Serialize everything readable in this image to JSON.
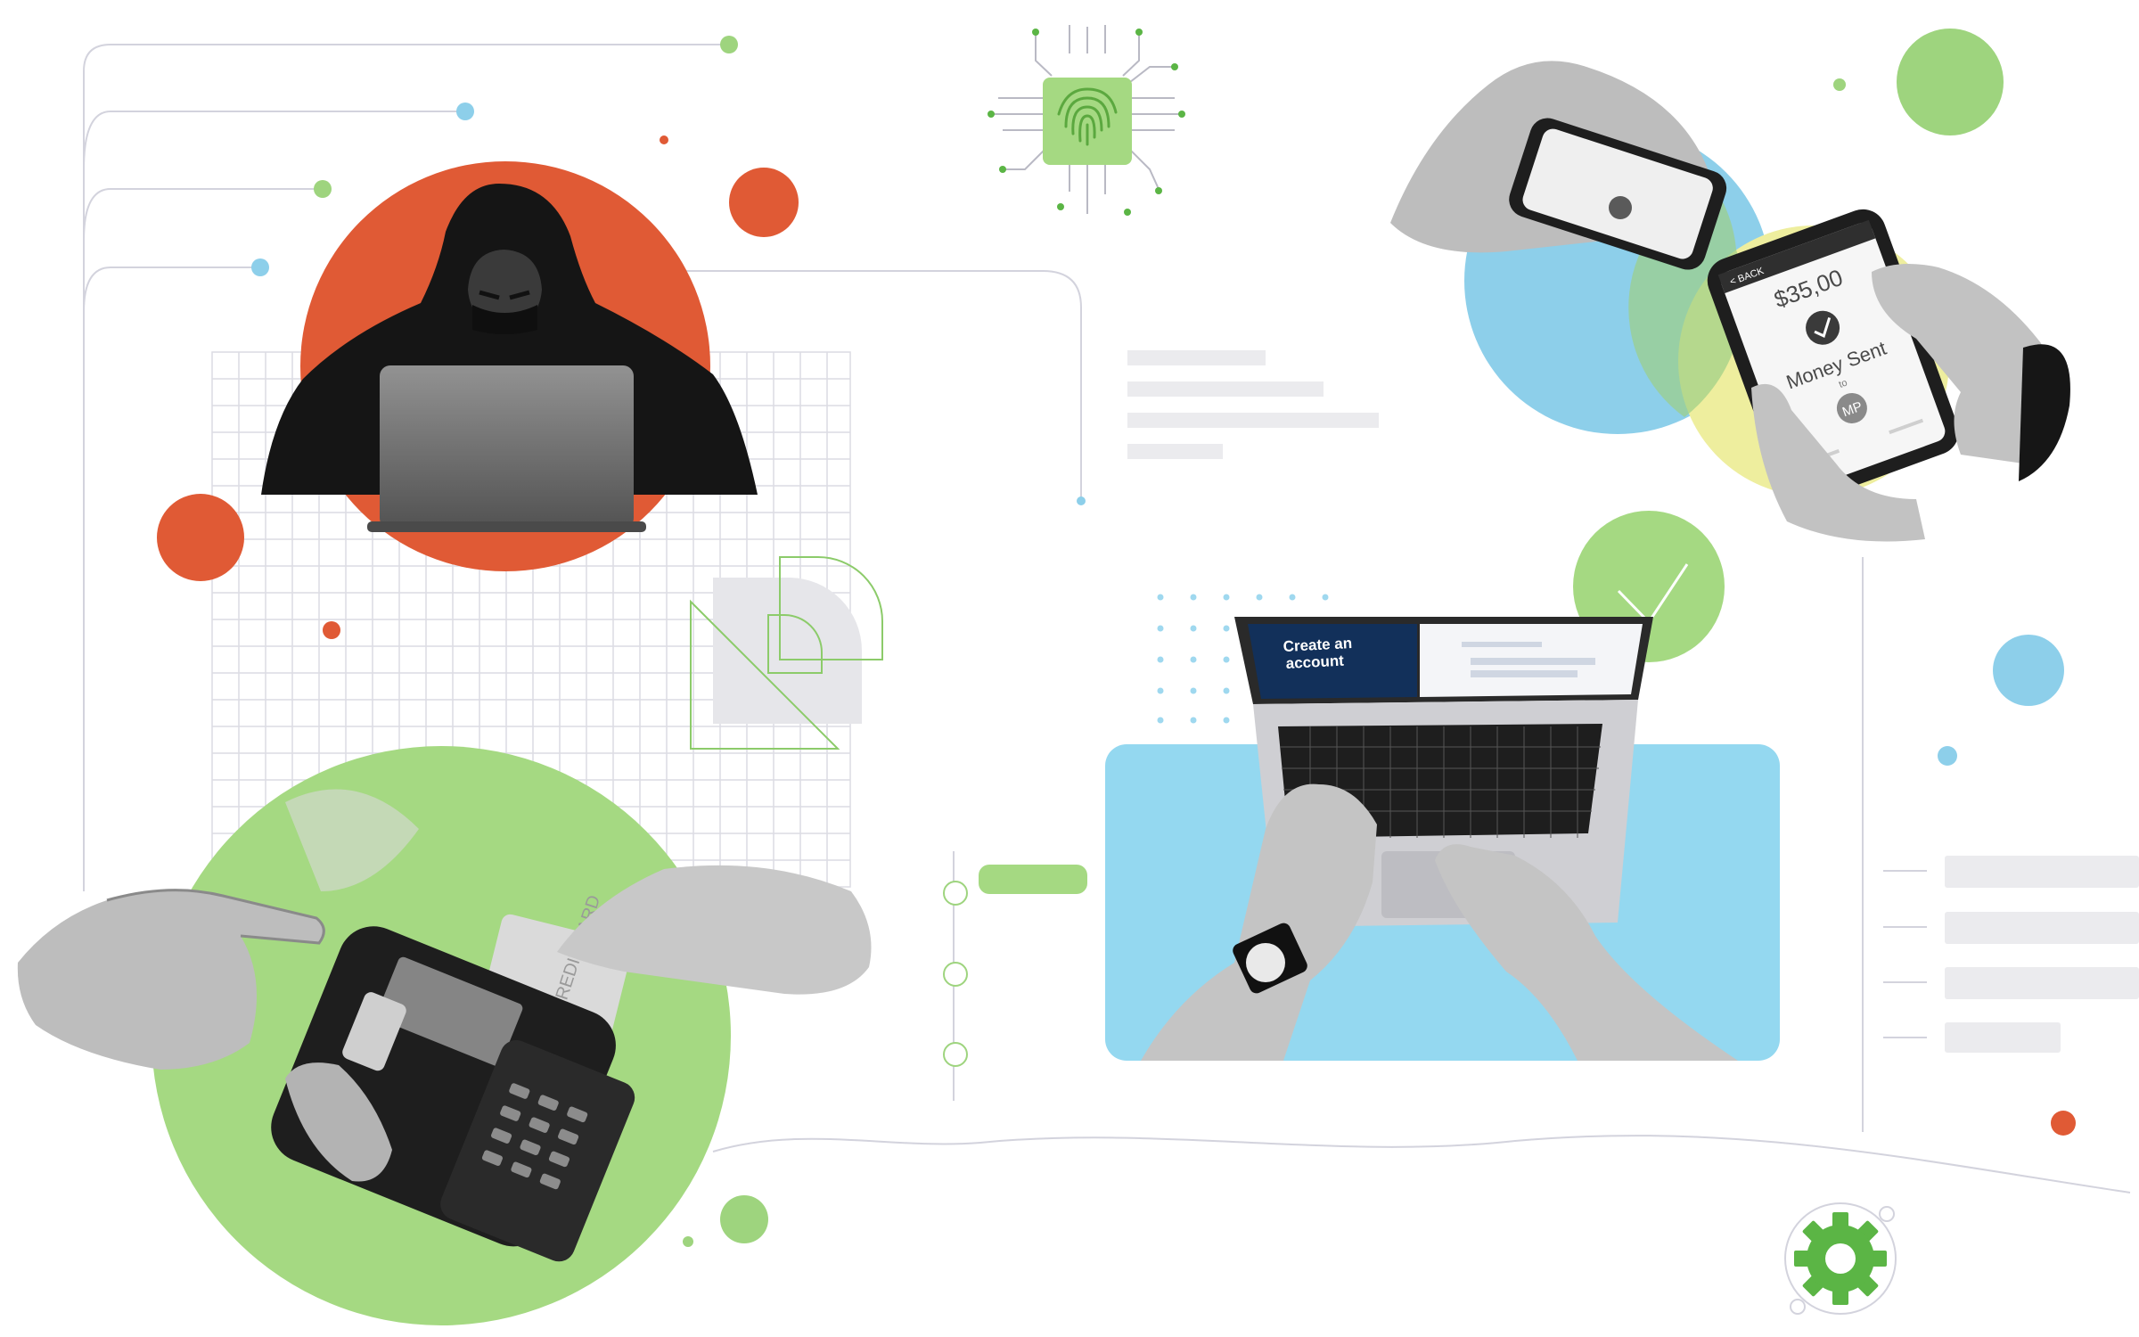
{
  "palette": {
    "orange": "#E05A35",
    "green": "#9ED47E",
    "light_green": "#A5D982",
    "blue": "#8DCFEA",
    "sky": "#94D8F0",
    "yellow": "#EEEE9E",
    "line": "#D3D3DD",
    "placeholder": "#EBEBEE",
    "dark": "#1B1B1B"
  },
  "icons": [
    "fingerprint-chip-icon",
    "gear-icon",
    "checkmark-icon",
    "geometry-shapes-icon"
  ],
  "laptop_screen": {
    "title_line1": "Create an",
    "title_line2": "account"
  },
  "phone": {
    "back_label": "< BACK",
    "amount": "$35,00",
    "status": "Money Sent",
    "status_sub": "to",
    "avatar_initials": "MP"
  },
  "card_terminal": {
    "card_text": "CREDIT CARD"
  }
}
